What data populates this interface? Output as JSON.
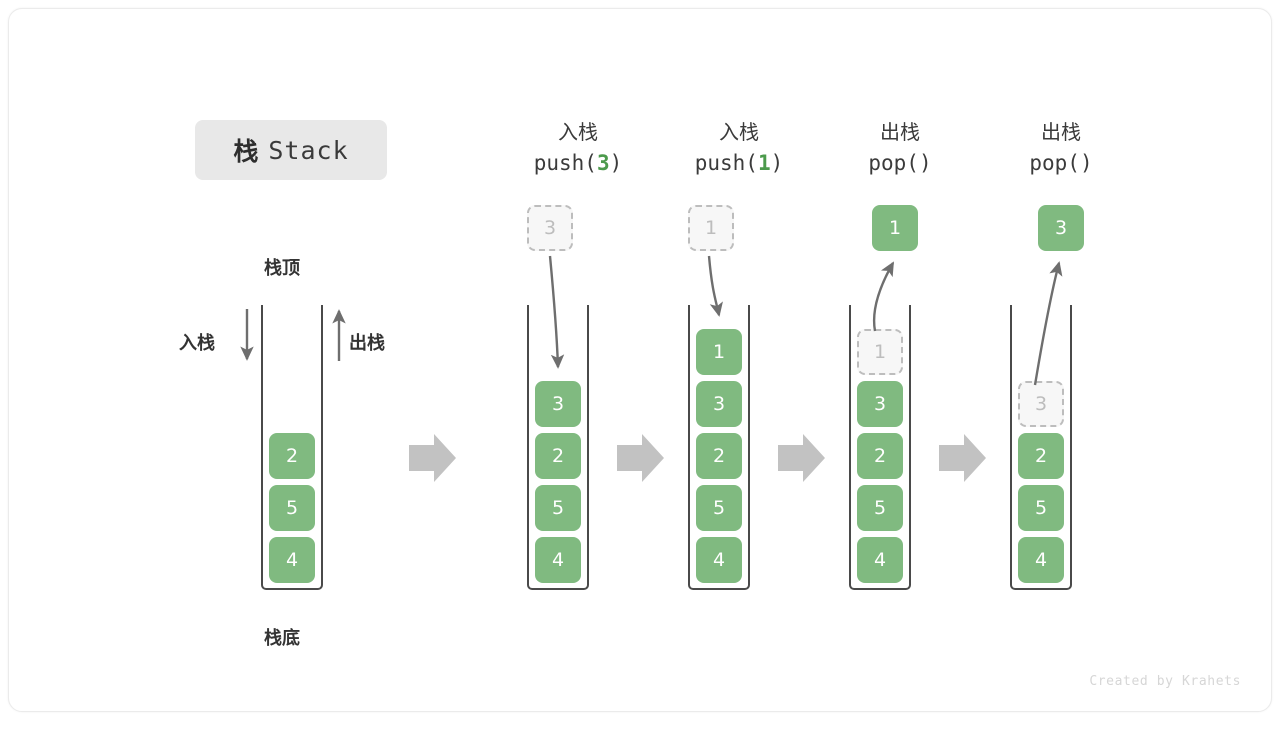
{
  "title": {
    "cn": "栈",
    "en": "Stack"
  },
  "labels": {
    "top": "栈顶",
    "bottom": "栈底",
    "push_side": "入栈",
    "pop_side": "出栈",
    "watermark": "Created by Krahets"
  },
  "colors": {
    "element_green": "#80ba80",
    "ghost_fill": "#f7f7f7",
    "ghost_border": "#bdbdbd",
    "arrow_gray": "#6e6e6e",
    "block_arrow_gray": "#c2c2c2",
    "badge_bg": "#e8e8e8",
    "text_dark": "#333333",
    "code_accent_green": "#4c9a4c"
  },
  "columns": [
    {
      "id": "initial",
      "head_cn": "",
      "head_code": "",
      "head_arg": "",
      "stack": [
        "2",
        "5",
        "4"
      ],
      "floating": null,
      "ghost_in_stack": null
    },
    {
      "id": "push-3",
      "head_cn": "入栈",
      "head_code_prefix": "push(",
      "head_arg": "3",
      "head_code_suffix": ")",
      "stack": [
        "3",
        "2",
        "5",
        "4"
      ],
      "floating": {
        "value": "3",
        "style": "ghost"
      },
      "ghost_in_stack": null,
      "arrow": "down"
    },
    {
      "id": "push-1",
      "head_cn": "入栈",
      "head_code_prefix": "push(",
      "head_arg": "1",
      "head_code_suffix": ")",
      "stack": [
        "1",
        "3",
        "2",
        "5",
        "4"
      ],
      "floating": {
        "value": "1",
        "style": "ghost"
      },
      "ghost_in_stack": null,
      "arrow": "down"
    },
    {
      "id": "pop-1",
      "head_cn": "出栈",
      "head_code_prefix": "pop(",
      "head_arg": "",
      "head_code_suffix": ")",
      "stack": [
        "3",
        "2",
        "5",
        "4"
      ],
      "floating": {
        "value": "1",
        "style": "solid"
      },
      "ghost_in_stack": {
        "value": "1",
        "slot": 0
      },
      "arrow": "up"
    },
    {
      "id": "pop-2",
      "head_cn": "出栈",
      "head_code_prefix": "pop(",
      "head_arg": "",
      "head_code_suffix": ")",
      "stack": [
        "2",
        "5",
        "4"
      ],
      "floating": {
        "value": "3",
        "style": "solid"
      },
      "ghost_in_stack": {
        "value": "3",
        "slot": 1
      },
      "arrow": "up"
    }
  ],
  "transitions": [
    {
      "from": "initial",
      "to": "push-3"
    },
    {
      "from": "push-3",
      "to": "push-1"
    },
    {
      "from": "push-1",
      "to": "pop-1"
    },
    {
      "from": "pop-1",
      "to": "pop-2"
    }
  ]
}
